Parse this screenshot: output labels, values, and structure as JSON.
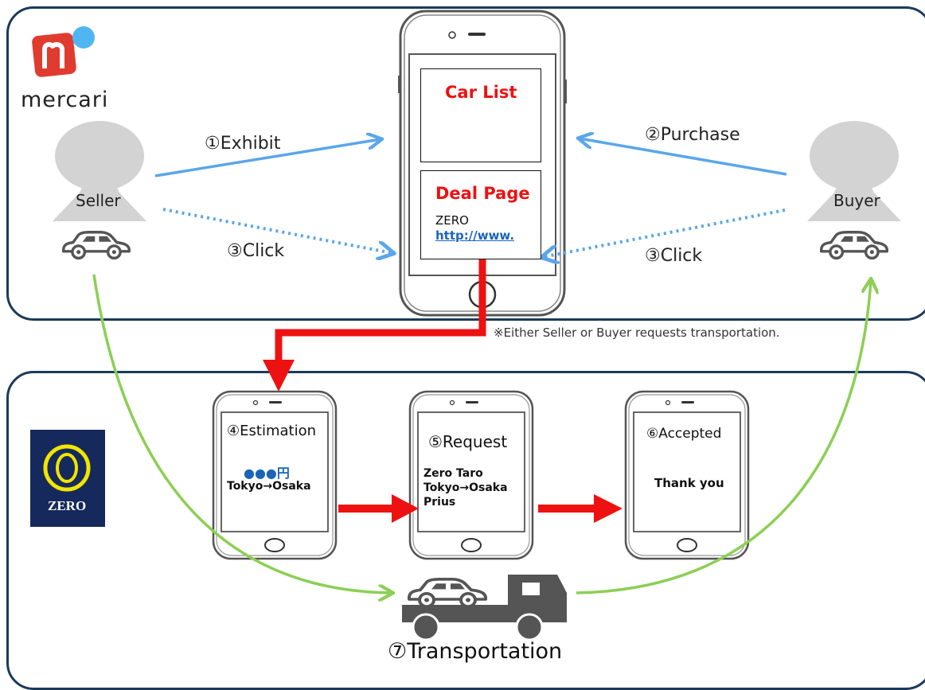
{
  "brands": {
    "top": "mercari",
    "bottom": "ZERO"
  },
  "actors": {
    "seller": "Seller",
    "buyer": "Buyer"
  },
  "arrows": {
    "exhibit": "①Exhibit",
    "purchase": "②Purchase",
    "click_seller": "③Click",
    "click_buyer": "③Click"
  },
  "main_phone": {
    "car_list": "Car List",
    "deal_page": "Deal Page",
    "zero_text": "ZERO",
    "link": "http://www."
  },
  "note": "※Either Seller or Buyer requests transportation.",
  "steps": {
    "estimation": {
      "title": "④Estimation",
      "price": "●●●円",
      "route": "Tokyo→Osaka"
    },
    "request": {
      "title": "⑤Request",
      "name": "Zero Taro",
      "route": "Tokyo→Osaka",
      "car": "Prius"
    },
    "accepted": {
      "title": "⑥Accepted",
      "message": "Thank you"
    },
    "transportation": "⑦Transportation"
  },
  "colors": {
    "panel_border": "#1b3a5c",
    "blue_arrow": "#5aa6ea",
    "red_arrow": "#ee1111",
    "green_arrow": "#8ccf55",
    "person_gray": "#d3d3d3",
    "mercari_red": "#e03b2f",
    "mercari_dot": "#4fb6f2",
    "zero_navy": "#16295c",
    "zero_yellow": "#f2e500"
  }
}
